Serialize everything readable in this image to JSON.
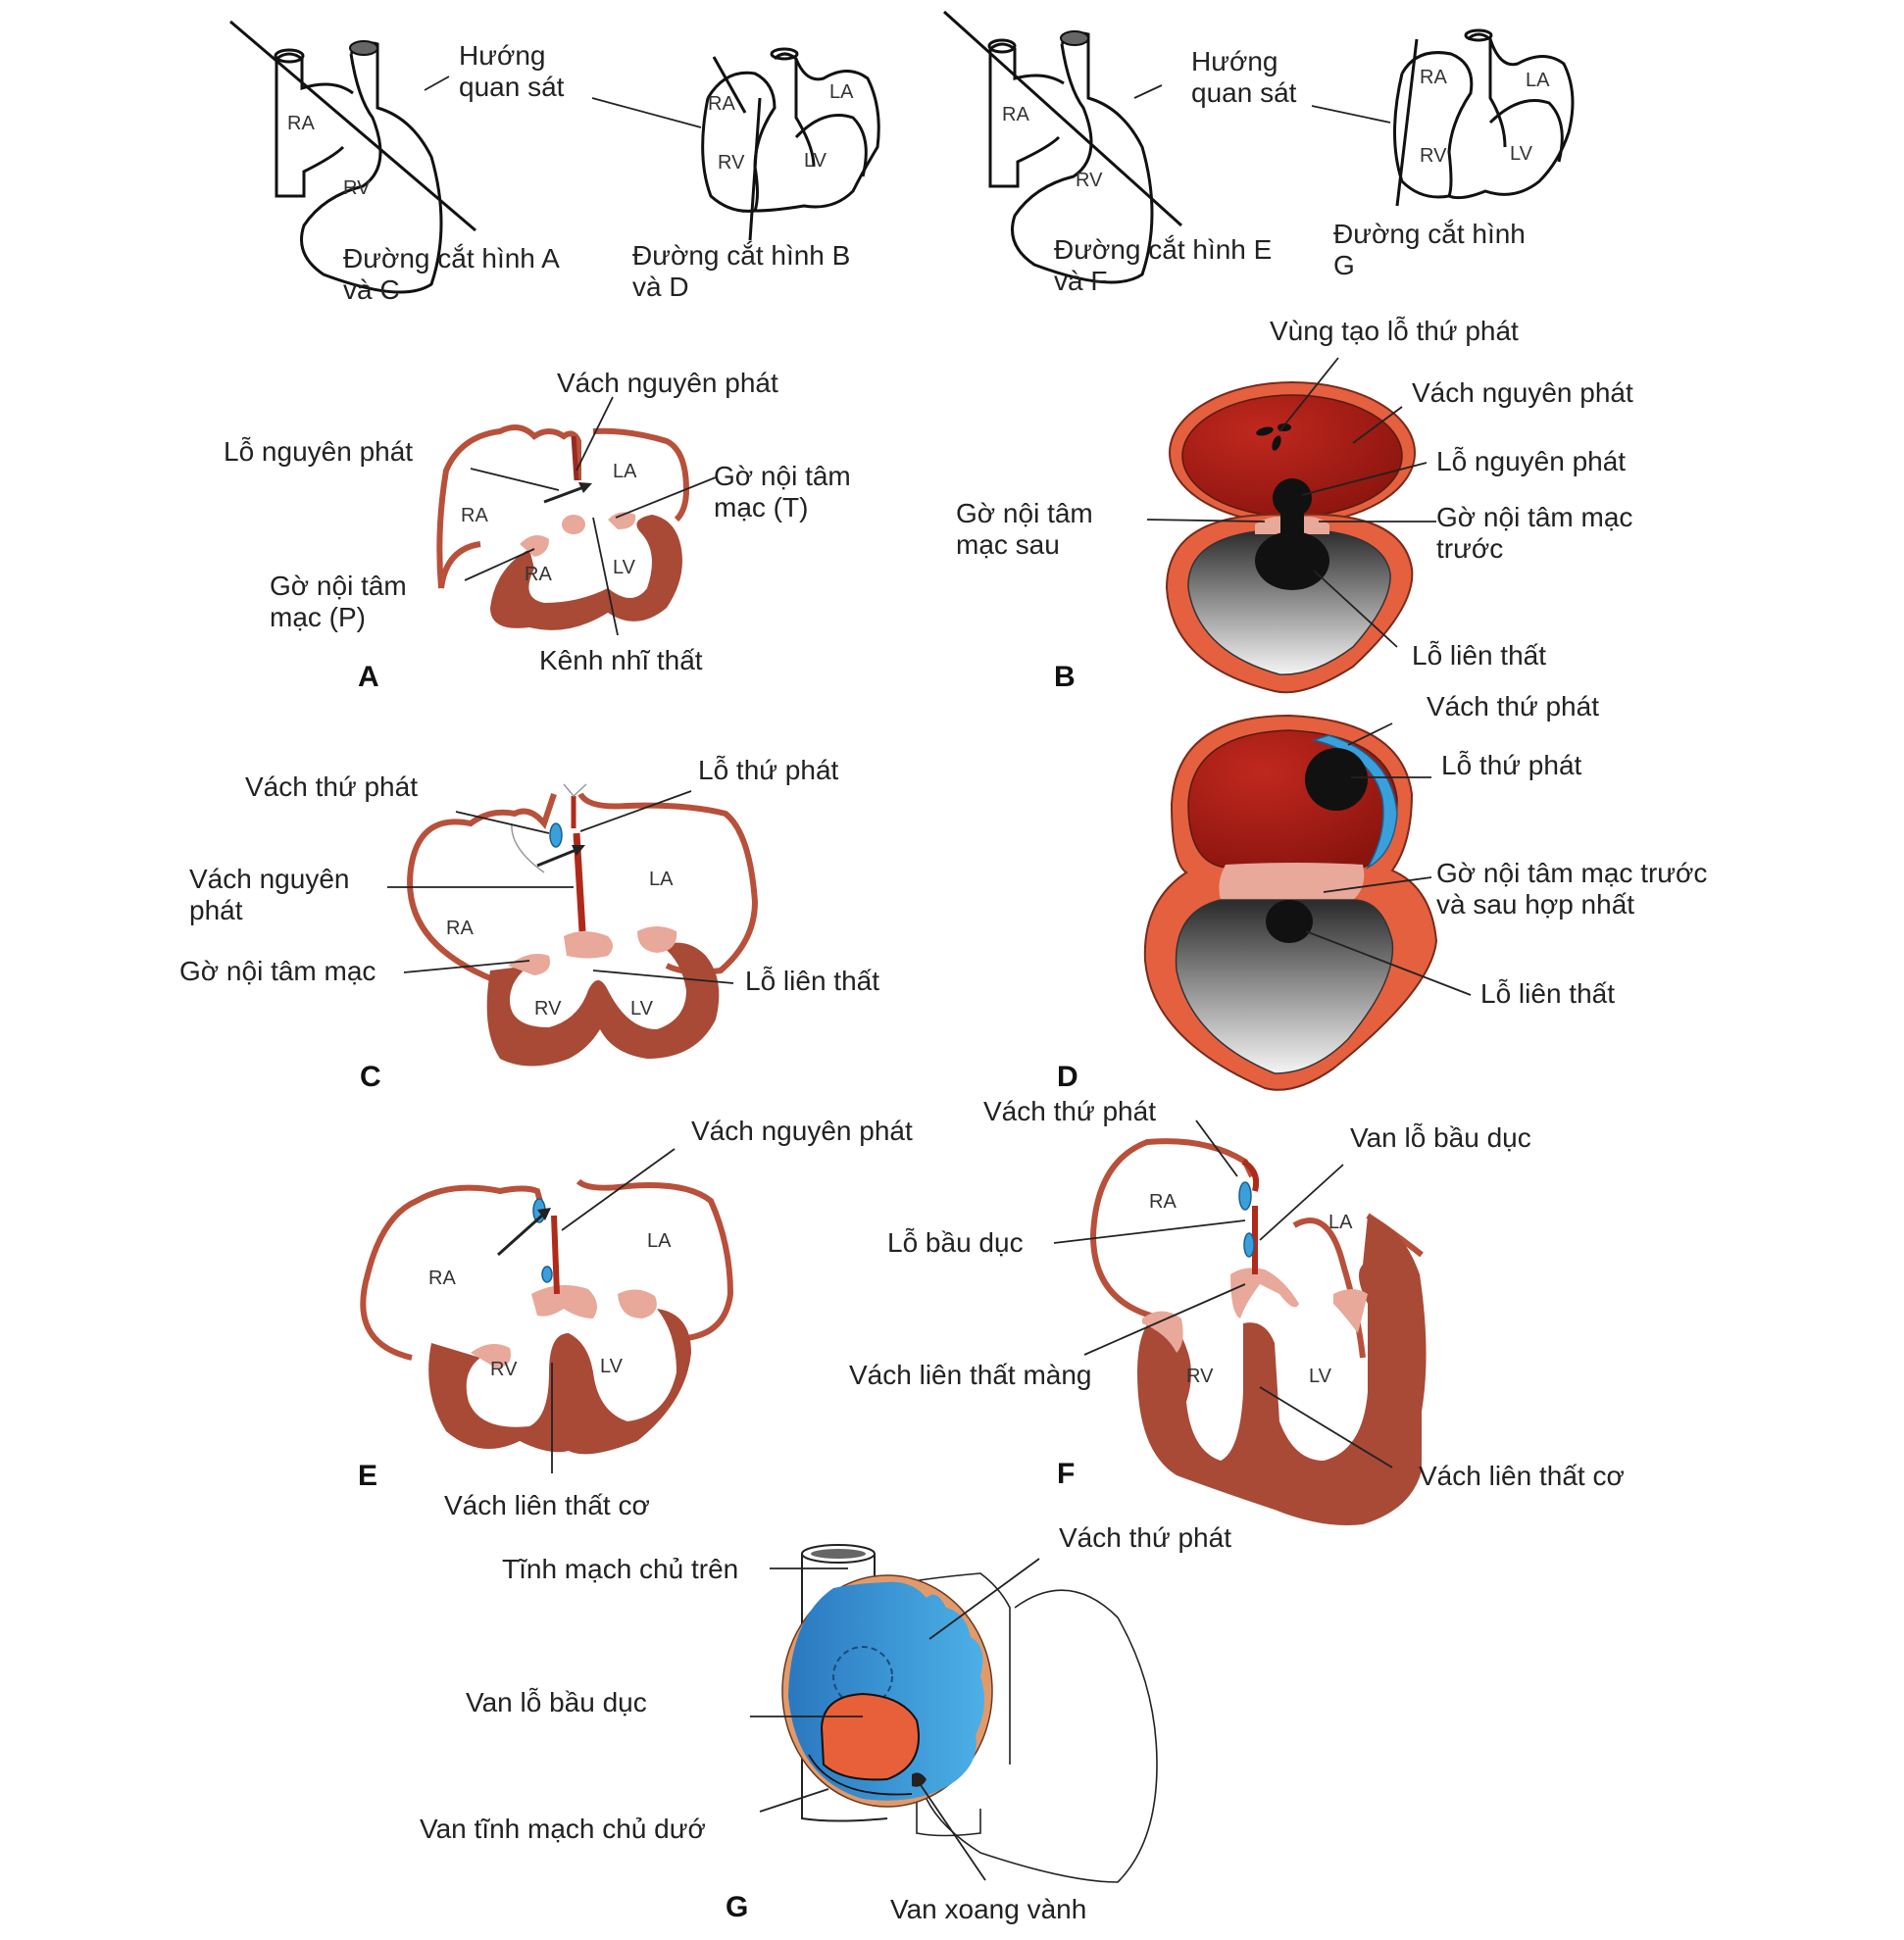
{
  "diagram": {
    "topic": "Sự phát triển vách liên nhĩ và vách liên thất",
    "colors": {
      "myocardium": "#a84a36",
      "atrial_wall": "#b8503a",
      "endocardial_cushion": "#e8a89a",
      "septum_primum_red": "#b0201a",
      "septum_secundum_blue": "#3aa0dc",
      "outer_wall_orange": "#e5603f",
      "foramen_black": "#111111",
      "valve_orange": "#e8603a",
      "septum_blue_dark": "#2a7fc0"
    },
    "orientation": {
      "view_label_1": "Hướng\nquan sát",
      "view_label_1_l1": "Hướng",
      "view_label_1_l2": "quan sát",
      "view_label_2_l1": "Hướng",
      "view_label_2_l2": "quan sát",
      "cut_AC_l1": "Đường cắt hình A",
      "cut_AC_l2": "và C",
      "cut_BD_l1": "Đường cắt hình B",
      "cut_BD_l2": "và D",
      "cut_EF_l1": "Đường cắt hình E",
      "cut_EF_l2": "và F",
      "cut_G_l1": "Đường cắt hình",
      "cut_G_l2": "G",
      "chambers": {
        "RA": "RA",
        "RV": "RV",
        "LA": "LA",
        "LV": "LV"
      }
    },
    "panel_A": {
      "letter": "A",
      "septum_primum": "Vách nguyên phát",
      "foramen_primum": "Lỗ nguyên phát",
      "cushion_left_l1": "Gờ nội tâm",
      "cushion_left_l2": "mạc (T)",
      "cushion_right_l1": "Gờ nội tâm",
      "cushion_right_l2": "mạc (P)",
      "av_canal": "Kênh nhĩ thất",
      "chambers": {
        "RA_top": "RA",
        "LA": "LA",
        "RA_bottom": "RA",
        "LV": "LV"
      }
    },
    "panel_B": {
      "letter": "B",
      "secundum_zone": "Vùng tạo lỗ thứ phát",
      "septum_primum": "Vách nguyên phát",
      "foramen_primum": "Lỗ nguyên phát",
      "posterior_cushion_l1": "Gờ nội tâm",
      "posterior_cushion_l2": "mạc sau",
      "anterior_cushion_l1": "Gờ nội tâm mạc",
      "anterior_cushion_l2": "trước",
      "iv_foramen": "Lỗ liên thất"
    },
    "panel_C": {
      "letter": "C",
      "septum_secundum": "Vách thứ phát",
      "foramen_secundum": "Lỗ thứ phát",
      "septum_primum_l1": "Vách nguyên",
      "septum_primum_l2": "phát",
      "cushion": "Gờ nội tâm mạc",
      "iv_foramen": "Lỗ liên thất",
      "chambers": {
        "RA": "RA",
        "LA": "LA",
        "RV": "RV",
        "LV": "LV"
      }
    },
    "panel_D": {
      "letter": "D",
      "septum_secundum": "Vách thứ phát",
      "foramen_secundum": "Lỗ thứ phát",
      "fused_cushions_l1": "Gờ nội tâm mạc trước",
      "fused_cushions_l2": "và sau hợp nhất",
      "iv_foramen": "Lỗ liên thất"
    },
    "panel_E": {
      "letter": "E",
      "septum_primum": "Vách nguyên phát",
      "muscular_iv_septum": "Vách liên thất cơ",
      "chambers": {
        "RA": "RA",
        "LA": "LA",
        "RV": "RV",
        "LV": "LV"
      }
    },
    "panel_F": {
      "letter": "F",
      "septum_secundum": "Vách thứ phát",
      "foramen_ovale_valve": "Van lỗ bầu dục",
      "foramen_ovale": "Lỗ bầu dục",
      "membranous_iv_septum": "Vách liên thất màng",
      "muscular_iv_septum": "Vách liên thất cơ",
      "chambers": {
        "RA": "RA",
        "LA": "LA",
        "RV": "RV",
        "LV": "LV"
      }
    },
    "panel_G": {
      "letter": "G",
      "svc": "Tĩnh mạch chủ trên",
      "septum_secundum": "Vách thứ phát",
      "foramen_ovale_valve": "Van lỗ bầu dục",
      "ivc_valve": "Van tĩnh mạch chủ dướ",
      "coronary_sinus_valve": "Van xoang vành"
    }
  }
}
